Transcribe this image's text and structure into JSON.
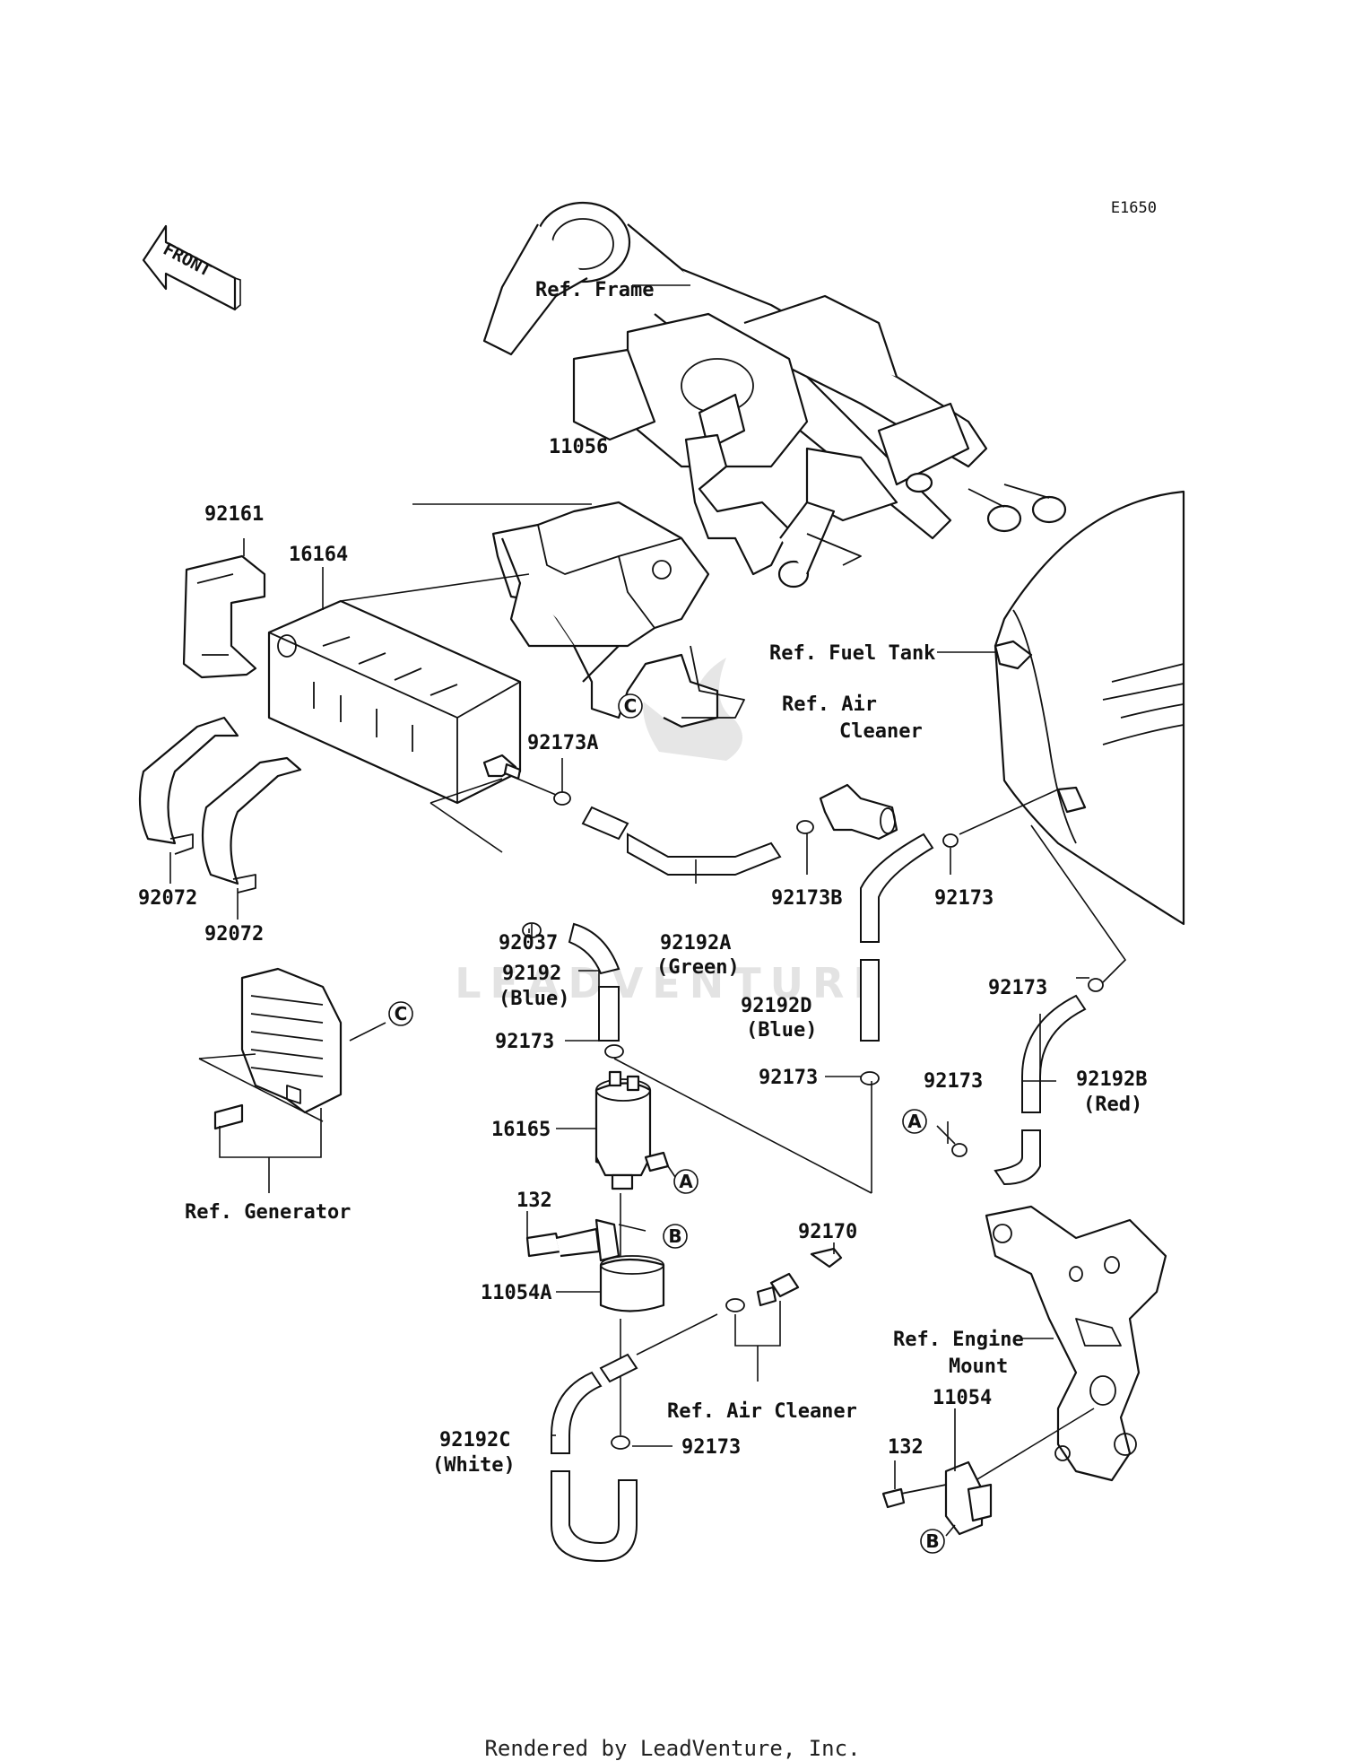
{
  "diagram_code": "E1650",
  "front_label": "FRONT",
  "watermark": "LEADVENTURE",
  "footer": "Rendered by LeadVenture, Inc.",
  "labels": {
    "ref_frame": "Ref. Frame",
    "p11056": "11056",
    "p92161": "92161",
    "p16164": "16164",
    "ref_fuel_tank": "Ref. Fuel Tank",
    "ref_air_cleaner_top_1": "Ref. Air",
    "ref_air_cleaner_top_2": "Cleaner",
    "p92173A": "92173A",
    "p92173B": "92173B",
    "p92173_r1": "92173",
    "p92072_a": "92072",
    "p92072_b": "92072",
    "p92037": "92037",
    "p92192A": "92192A",
    "green": "(Green)",
    "p92192": "92192",
    "blue1": "(Blue)",
    "p92192D": "92192D",
    "blue2": "(Blue)",
    "p92173_r2": "92173",
    "p92173_c1": "92173",
    "p92173_c2": "92173",
    "p92173_c3": "92173",
    "p92192B": "92192B",
    "red": "(Red)",
    "p16165": "16165",
    "ref_generator": "Ref. Generator",
    "p132_a": "132",
    "p92170": "92170",
    "p11054A": "11054A",
    "ref_engine_mount_1": "Ref. Engine",
    "ref_engine_mount_2": "Mount",
    "ref_air_cleaner_bottom": "Ref. Air Cleaner",
    "p11054": "11054",
    "p92192C": "92192C",
    "white": "(White)",
    "p92173_b": "92173",
    "p132_b": "132"
  },
  "callouts": {
    "c1": "C",
    "c2": "C",
    "a1": "A",
    "a2": "A",
    "b1": "B",
    "b2": "B"
  }
}
